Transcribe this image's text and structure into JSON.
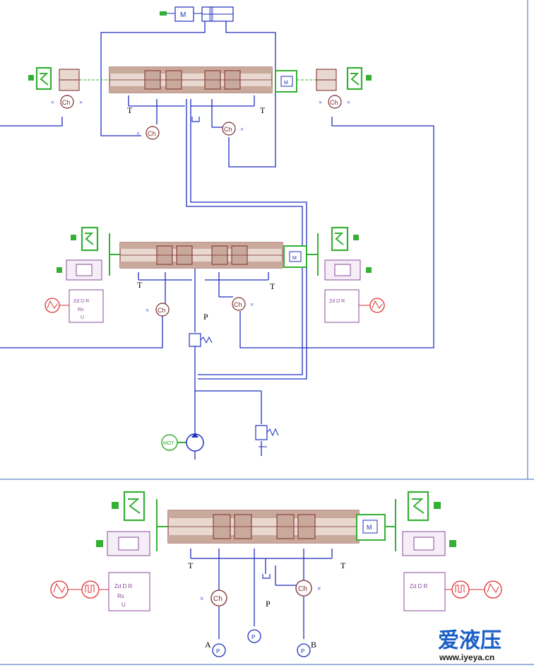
{
  "labels": {
    "tank": "T",
    "pressure": "P",
    "port_a": "A",
    "port_b": "B",
    "motor": "M",
    "motor_driver": "MOT",
    "check_valve": "Ch",
    "sensor_label": "Zd  D  R",
    "resistor_label": "Rs",
    "voltage_label": "U"
  },
  "watermark": {
    "brand": "爱液压",
    "url": "www.iyeya.cn"
  },
  "colors": {
    "hydraulic_line": "#1f2fc0",
    "valve_body": "#c9a99b",
    "valve_outline": "#7a2a2a",
    "mechanical": "#35b035",
    "signal": "#e03030",
    "electrical": "#8a4a9a",
    "separator": "#3a6ab0"
  }
}
